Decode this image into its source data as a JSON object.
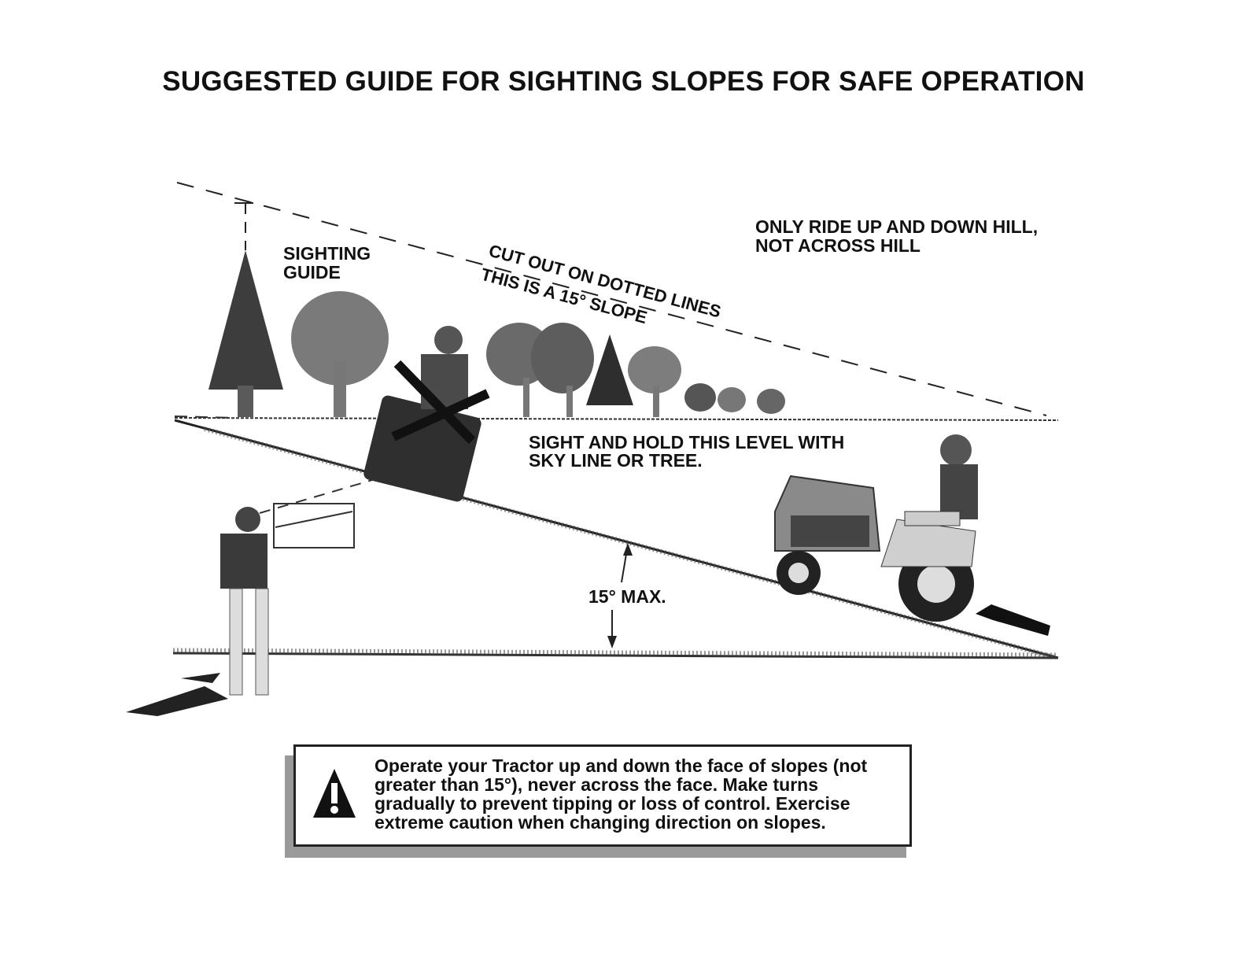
{
  "title": "SUGGESTED GUIDE FOR SIGHTING SLOPES FOR SAFE OPERATION",
  "labels": {
    "sighting_guide_line1": "SIGHTING",
    "sighting_guide_line2": "GUIDE",
    "cut_out": "CUT OUT ON DOTTED LINES",
    "slope_note": "THIS IS A 15° SLOPE",
    "ride_line1": "ONLY RIDE UP AND DOWN HILL,",
    "ride_line2": "NOT ACROSS HILL",
    "sight_line1": "SIGHT AND HOLD THIS LEVEL WITH",
    "sight_line2": "SKY LINE OR TREE.",
    "max_angle": "15° MAX."
  },
  "warning": {
    "icon": "warning-exclamation-icon",
    "text": "Operate your Tractor up and down the face of slopes (not greater than 15°), never across the face. Make turns gradually to prevent tipping or loss of control. Exercise extreme caution when changing direction on slopes."
  }
}
